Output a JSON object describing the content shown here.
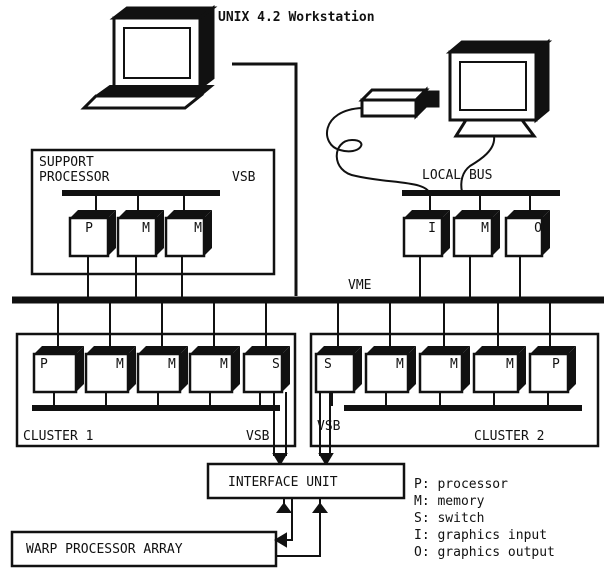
{
  "workstation": {
    "label": "UNIX 4.2 Workstation"
  },
  "support_processor": {
    "title_line1": "SUPPORT",
    "title_line2": "PROCESSOR",
    "bus_label": "VSB",
    "modules": [
      "P",
      "M",
      "M"
    ]
  },
  "local_bus": {
    "label": "LOCAL BUS",
    "modules": [
      "I",
      "M",
      "O"
    ]
  },
  "vme": {
    "label": "VME"
  },
  "cluster1": {
    "label": "CLUSTER 1",
    "bus_label": "VSB",
    "modules": [
      "P",
      "M",
      "M",
      "M",
      "S"
    ]
  },
  "cluster2": {
    "label": "CLUSTER 2",
    "bus_label": "VSB",
    "modules": [
      "S",
      "M",
      "M",
      "M",
      "P"
    ]
  },
  "interface_unit": {
    "label": "INTERFACE  UNIT"
  },
  "warp_array": {
    "label": "WARP  PROCESSOR  ARRAY"
  },
  "legend": [
    "P: processor",
    "M: memory",
    "S: switch",
    "I: graphics input",
    "O: graphics output"
  ]
}
